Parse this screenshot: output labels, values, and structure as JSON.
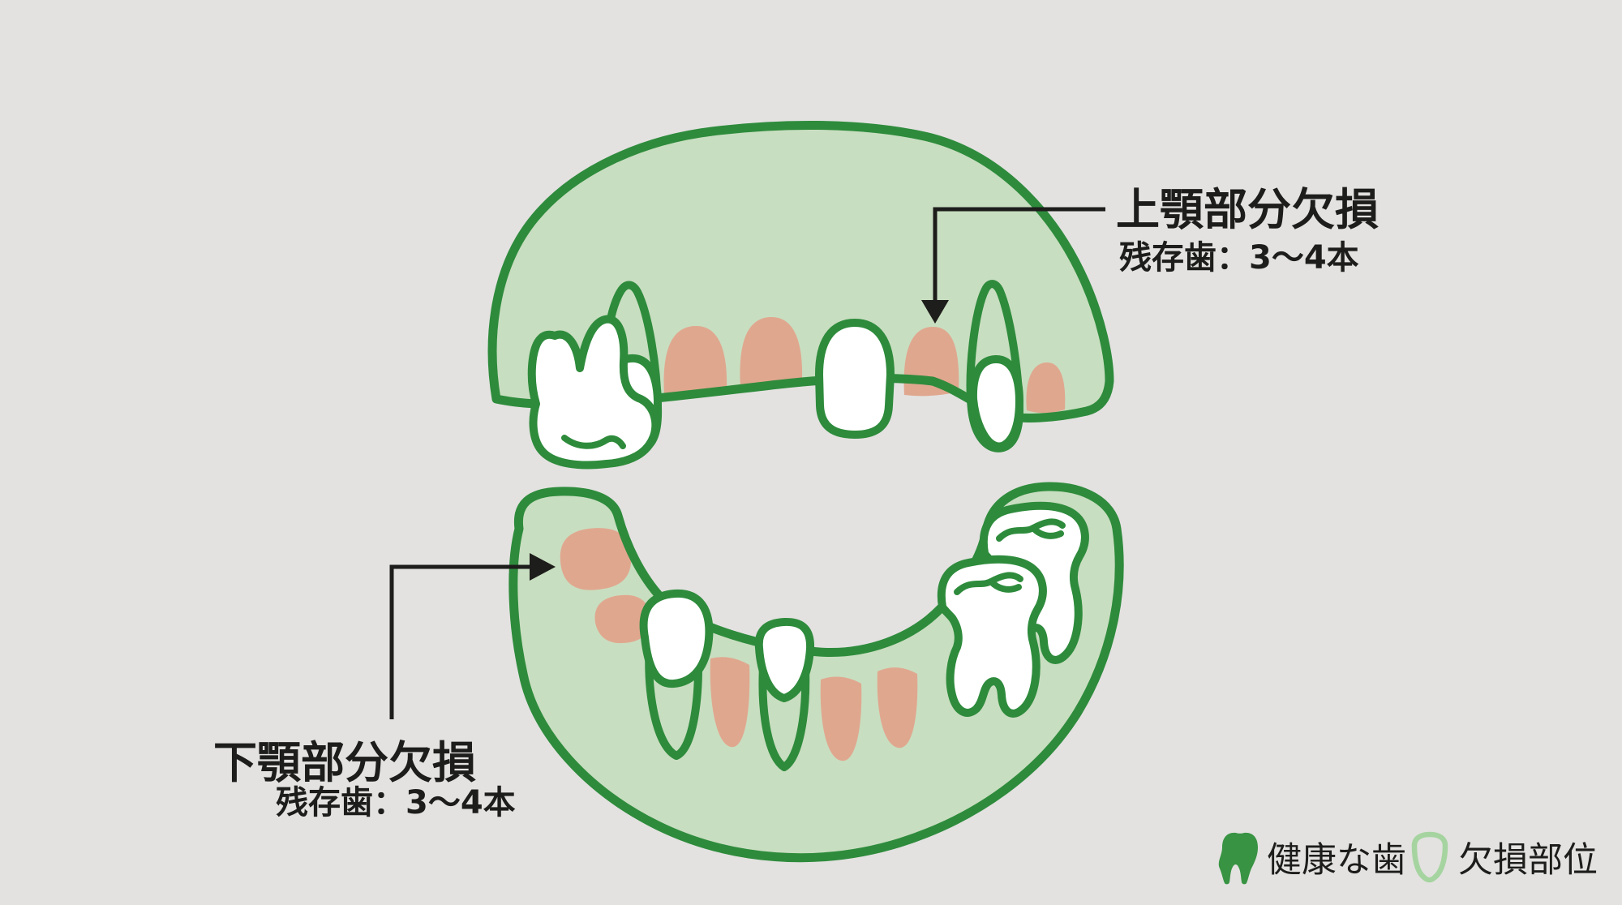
{
  "colors": {
    "background": "#e3e2e0",
    "jaw_fill": "#c8dec0",
    "outline_green": "#2e8b3c",
    "tooth_white": "#ffffff",
    "missing_pink": "#e0a78f",
    "legend_tooth_green": "#389343",
    "legend_missing_stroke": "#a6d4a0",
    "text": "#1d1d1b"
  },
  "upper_label": {
    "title": "上顎部分欠損",
    "subtitle": "残存歯：3〜4本"
  },
  "lower_label": {
    "title": "下顎部分欠損",
    "subtitle": "残存歯：3〜4本"
  },
  "legend": {
    "healthy_label": "健康な歯",
    "missing_label": "欠損部位"
  }
}
